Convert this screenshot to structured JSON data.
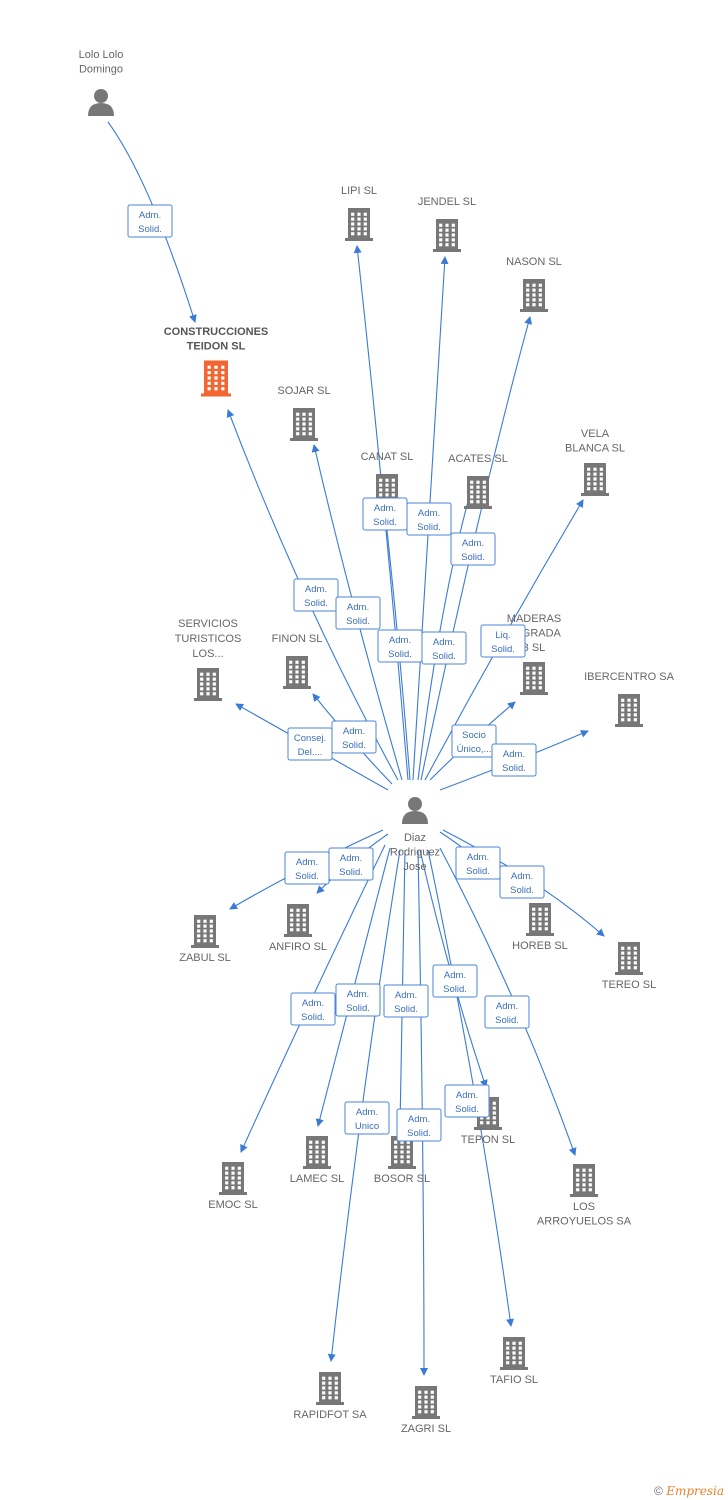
{
  "colors": {
    "edge": "#3a7bd5",
    "building": "#777777",
    "focus_building": "#f26631",
    "person": "#777777",
    "label": "#666666"
  },
  "nodes": [
    {
      "id": "lolo",
      "type": "person",
      "label": [
        "Lolo Lolo",
        "Domingo"
      ]
    },
    {
      "id": "construcciones",
      "type": "company",
      "focus": true,
      "label": [
        "CONSTRUCCIONES",
        "TEIDON SL"
      ]
    },
    {
      "id": "lipi",
      "type": "company",
      "label": [
        "LIPI SL"
      ]
    },
    {
      "id": "jendel",
      "type": "company",
      "label": [
        "JENDEL SL"
      ]
    },
    {
      "id": "nason",
      "type": "company",
      "label": [
        "NASON SL"
      ]
    },
    {
      "id": "sojar",
      "type": "company",
      "label": [
        "SOJAR SL"
      ]
    },
    {
      "id": "canat",
      "type": "company",
      "label": [
        "CANAT SL"
      ]
    },
    {
      "id": "acates",
      "type": "company",
      "label": [
        "ACATES SL"
      ]
    },
    {
      "id": "vela",
      "type": "company",
      "label": [
        "VELA",
        "BLANCA SL"
      ]
    },
    {
      "id": "servicios",
      "type": "company",
      "label": [
        "SERVICIOS",
        "TURISTICOS",
        "LOS..."
      ]
    },
    {
      "id": "finon",
      "type": "company",
      "label": [
        "FINON SL"
      ]
    },
    {
      "id": "maderas",
      "type": "company",
      "label": [
        "MADERAS",
        "SAGRADA",
        "3 SL"
      ]
    },
    {
      "id": "ibercentro",
      "type": "company",
      "label": [
        "IBERCENTRO SA"
      ]
    },
    {
      "id": "diaz",
      "type": "person",
      "label": [
        "Diaz",
        "Rodriguez",
        "Jose"
      ]
    },
    {
      "id": "zabul",
      "type": "company",
      "label": [
        "ZABUL SL"
      ]
    },
    {
      "id": "anfiro",
      "type": "company",
      "label": [
        "ANFIRO SL"
      ]
    },
    {
      "id": "horeb",
      "type": "company",
      "label": [
        "HOREB SL"
      ]
    },
    {
      "id": "tereo",
      "type": "company",
      "label": [
        "TEREO SL"
      ]
    },
    {
      "id": "emoc",
      "type": "company",
      "label": [
        "EMOC SL"
      ]
    },
    {
      "id": "lamec",
      "type": "company",
      "label": [
        "LAMEC SL"
      ]
    },
    {
      "id": "bosor",
      "type": "company",
      "label": [
        "BOSOR SL"
      ]
    },
    {
      "id": "tepon",
      "type": "company",
      "label": [
        "TEPON SL"
      ]
    },
    {
      "id": "arroyuelos",
      "type": "company",
      "label": [
        "LOS",
        "ARROYUELOS SA"
      ]
    },
    {
      "id": "rapidfot",
      "type": "company",
      "label": [
        "RAPIDFOT SA"
      ]
    },
    {
      "id": "zagri",
      "type": "company",
      "label": [
        "ZAGRI SL"
      ]
    },
    {
      "id": "tafio",
      "type": "company",
      "label": [
        "TAFIO SL"
      ]
    }
  ],
  "edges": [
    {
      "from": "lolo",
      "to": "construcciones",
      "role": [
        "Adm.",
        "Solid."
      ]
    },
    {
      "from": "diaz",
      "to": "construcciones",
      "role": [
        "Adm.",
        "Solid."
      ]
    },
    {
      "from": "diaz",
      "to": "sojar",
      "role": [
        "Adm.",
        "Solid."
      ]
    },
    {
      "from": "diaz",
      "to": "lipi",
      "role": [
        "Adm.",
        "Solid."
      ]
    },
    {
      "from": "diaz",
      "to": "canat",
      "role": [
        "Adm.",
        "Solid."
      ]
    },
    {
      "from": "diaz",
      "to": "jendel",
      "role": [
        "Adm.",
        "Solid."
      ]
    },
    {
      "from": "diaz",
      "to": "acates",
      "role": [
        "Adm.",
        "Solid."
      ]
    },
    {
      "from": "diaz",
      "to": "nason",
      "role": [
        "Adm.",
        "Solid."
      ]
    },
    {
      "from": "diaz",
      "to": "vela",
      "role": [
        "Liq.",
        "Solid."
      ]
    },
    {
      "from": "diaz",
      "to": "servicios",
      "role": [
        "Consej.",
        "Del...."
      ]
    },
    {
      "from": "diaz",
      "to": "finon",
      "role": [
        "Adm.",
        "Solid."
      ]
    },
    {
      "from": "diaz",
      "to": "maderas",
      "role": [
        "Socio",
        "Único,..."
      ]
    },
    {
      "from": "diaz",
      "to": "ibercentro",
      "role": [
        "Adm.",
        "Solid."
      ]
    },
    {
      "from": "diaz",
      "to": "zabul",
      "role": [
        "Adm.",
        "Solid."
      ]
    },
    {
      "from": "diaz",
      "to": "anfiro",
      "role": [
        "Adm.",
        "Solid."
      ]
    },
    {
      "from": "diaz",
      "to": "horeb",
      "role": [
        "Adm.",
        "Solid."
      ]
    },
    {
      "from": "diaz",
      "to": "tereo",
      "role": [
        "Adm.",
        "Solid."
      ]
    },
    {
      "from": "diaz",
      "to": "emoc",
      "role": [
        "Adm.",
        "Solid."
      ]
    },
    {
      "from": "diaz",
      "to": "lamec",
      "role": [
        "Adm.",
        "Solid."
      ]
    },
    {
      "from": "diaz",
      "to": "bosor",
      "role": [
        "Adm.",
        "Solid."
      ]
    },
    {
      "from": "diaz",
      "to": "tepon",
      "role": [
        "Adm.",
        "Solid."
      ]
    },
    {
      "from": "diaz",
      "to": "arroyuelos",
      "role": [
        "Adm.",
        "Solid."
      ]
    },
    {
      "from": "diaz",
      "to": "rapidfot",
      "role": [
        "Adm.",
        "Unico"
      ]
    },
    {
      "from": "diaz",
      "to": "zagri",
      "role": [
        "Adm.",
        "Solid."
      ]
    },
    {
      "from": "diaz",
      "to": "tafio",
      "role": [
        "Adm.",
        "Solid."
      ]
    }
  ],
  "footer": {
    "copyright": "©",
    "brand": "Empresia"
  }
}
